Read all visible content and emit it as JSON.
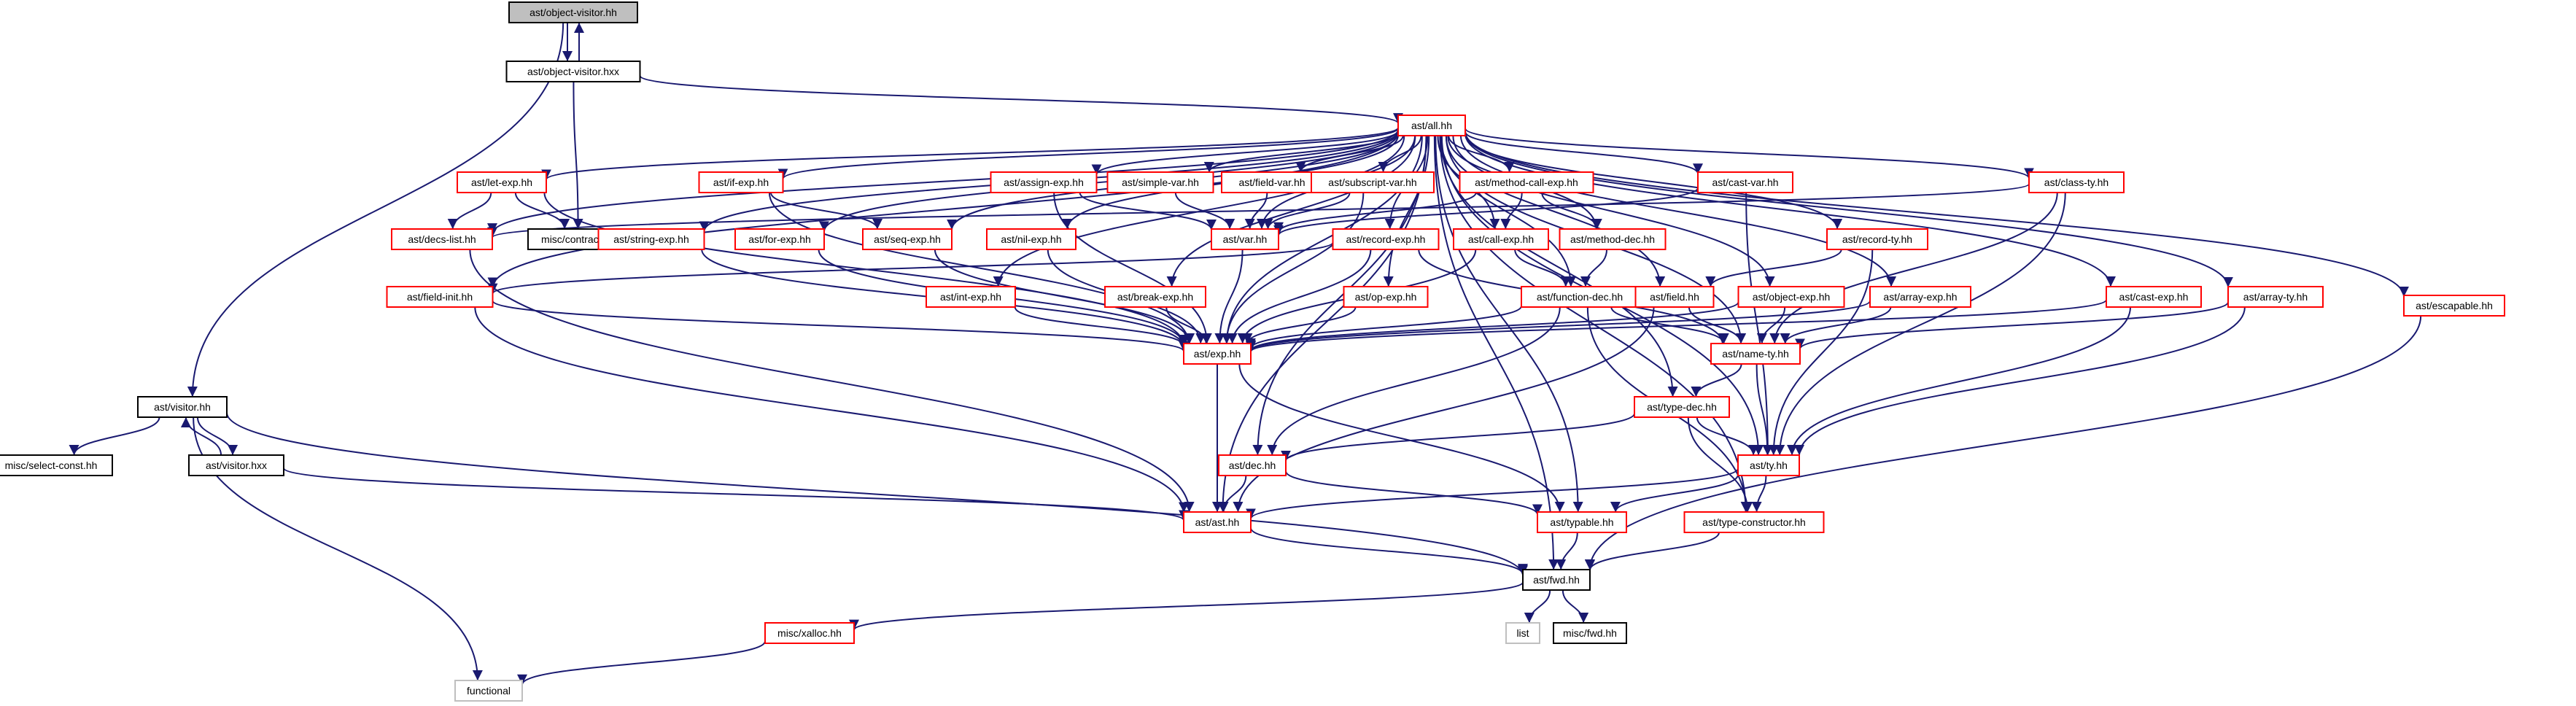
{
  "colors": {
    "edge": "#191970",
    "focus_fill": "#bfbfbf",
    "focus_border": "#000000",
    "documented_border": "#000000",
    "undocumented_border": "#ff0000",
    "external_border": "#bfbfbf",
    "node_fill": "#ffffff"
  },
  "nodes": [
    {
      "id": "ov_hh",
      "label": "ast/object-visitor.hh",
      "kind": "focus"
    },
    {
      "id": "ov_hxx",
      "label": "ast/object-visitor.hxx",
      "kind": "documented"
    },
    {
      "id": "all",
      "label": "ast/all.hh",
      "kind": "undocumented"
    },
    {
      "id": "let",
      "label": "ast/let-exp.hh",
      "kind": "undocumented"
    },
    {
      "id": "ifexp",
      "label": "ast/if-exp.hh",
      "kind": "undocumented"
    },
    {
      "id": "assign",
      "label": "ast/assign-exp.hh",
      "kind": "undocumented"
    },
    {
      "id": "simplevar",
      "label": "ast/simple-var.hh",
      "kind": "undocumented"
    },
    {
      "id": "fieldvar",
      "label": "ast/field-var.hh",
      "kind": "undocumented"
    },
    {
      "id": "subscript",
      "label": "ast/subscript-var.hh",
      "kind": "undocumented"
    },
    {
      "id": "methcall",
      "label": "ast/method-call-exp.hh",
      "kind": "undocumented"
    },
    {
      "id": "castvar",
      "label": "ast/cast-var.hh",
      "kind": "undocumented"
    },
    {
      "id": "classty",
      "label": "ast/class-ty.hh",
      "kind": "undocumented"
    },
    {
      "id": "declist",
      "label": "ast/decs-list.hh",
      "kind": "undocumented"
    },
    {
      "id": "contract",
      "label": "misc/contract.hh",
      "kind": "documented"
    },
    {
      "id": "stringexp",
      "label": "ast/string-exp.hh",
      "kind": "undocumented"
    },
    {
      "id": "forexp",
      "label": "ast/for-exp.hh",
      "kind": "undocumented"
    },
    {
      "id": "seqexp",
      "label": "ast/seq-exp.hh",
      "kind": "undocumented"
    },
    {
      "id": "nilexp",
      "label": "ast/nil-exp.hh",
      "kind": "undocumented"
    },
    {
      "id": "var",
      "label": "ast/var.hh",
      "kind": "undocumented"
    },
    {
      "id": "recexp",
      "label": "ast/record-exp.hh",
      "kind": "undocumented"
    },
    {
      "id": "callexp",
      "label": "ast/call-exp.hh",
      "kind": "undocumented"
    },
    {
      "id": "methdec",
      "label": "ast/method-dec.hh",
      "kind": "undocumented"
    },
    {
      "id": "recty",
      "label": "ast/record-ty.hh",
      "kind": "undocumented"
    },
    {
      "id": "fieldinit",
      "label": "ast/field-init.hh",
      "kind": "undocumented"
    },
    {
      "id": "intexp",
      "label": "ast/int-exp.hh",
      "kind": "undocumented"
    },
    {
      "id": "breakexp",
      "label": "ast/break-exp.hh",
      "kind": "undocumented"
    },
    {
      "id": "opexp",
      "label": "ast/op-exp.hh",
      "kind": "undocumented"
    },
    {
      "id": "fundec",
      "label": "ast/function-dec.hh",
      "kind": "undocumented"
    },
    {
      "id": "field",
      "label": "ast/field.hh",
      "kind": "undocumented"
    },
    {
      "id": "objexp",
      "label": "ast/object-exp.hh",
      "kind": "undocumented"
    },
    {
      "id": "arrexp",
      "label": "ast/array-exp.hh",
      "kind": "undocumented"
    },
    {
      "id": "castexp",
      "label": "ast/cast-exp.hh",
      "kind": "undocumented"
    },
    {
      "id": "arrty",
      "label": "ast/array-ty.hh",
      "kind": "undocumented"
    },
    {
      "id": "escapable",
      "label": "ast/escapable.hh",
      "kind": "undocumented"
    },
    {
      "id": "exp",
      "label": "ast/exp.hh",
      "kind": "undocumented"
    },
    {
      "id": "namety",
      "label": "ast/name-ty.hh",
      "kind": "undocumented"
    },
    {
      "id": "visitor",
      "label": "ast/visitor.hh",
      "kind": "documented"
    },
    {
      "id": "selconst",
      "label": "misc/select-const.hh",
      "kind": "documented"
    },
    {
      "id": "vis_hxx",
      "label": "ast/visitor.hxx",
      "kind": "documented"
    },
    {
      "id": "typedec",
      "label": "ast/type-dec.hh",
      "kind": "undocumented"
    },
    {
      "id": "dec",
      "label": "ast/dec.hh",
      "kind": "undocumented"
    },
    {
      "id": "ty",
      "label": "ast/ty.hh",
      "kind": "undocumented"
    },
    {
      "id": "ast",
      "label": "ast/ast.hh",
      "kind": "undocumented"
    },
    {
      "id": "typable",
      "label": "ast/typable.hh",
      "kind": "undocumented"
    },
    {
      "id": "typecons",
      "label": "ast/type-constructor.hh",
      "kind": "undocumented"
    },
    {
      "id": "fwd",
      "label": "ast/fwd.hh",
      "kind": "documented"
    },
    {
      "id": "xalloc",
      "label": "misc/xalloc.hh",
      "kind": "undocumented"
    },
    {
      "id": "list",
      "label": "list",
      "kind": "external"
    },
    {
      "id": "miscfwd",
      "label": "misc/fwd.hh",
      "kind": "documented"
    },
    {
      "id": "functional",
      "label": "functional",
      "kind": "external"
    }
  ],
  "edges": [
    [
      "ov_hh",
      "ov_hxx"
    ],
    [
      "ov_hxx",
      "ov_hh"
    ],
    [
      "ov_hh",
      "visitor"
    ],
    [
      "ov_hxx",
      "all"
    ],
    [
      "ov_hxx",
      "contract"
    ],
    [
      "all",
      "let"
    ],
    [
      "all",
      "ifexp"
    ],
    [
      "all",
      "assign"
    ],
    [
      "all",
      "simplevar"
    ],
    [
      "all",
      "fieldvar"
    ],
    [
      "all",
      "subscript"
    ],
    [
      "all",
      "methcall"
    ],
    [
      "all",
      "castvar"
    ],
    [
      "all",
      "classty"
    ],
    [
      "all",
      "declist"
    ],
    [
      "all",
      "stringexp"
    ],
    [
      "all",
      "forexp"
    ],
    [
      "all",
      "seqexp"
    ],
    [
      "all",
      "nilexp"
    ],
    [
      "all",
      "var"
    ],
    [
      "all",
      "recexp"
    ],
    [
      "all",
      "callexp"
    ],
    [
      "all",
      "methdec"
    ],
    [
      "all",
      "recty"
    ],
    [
      "all",
      "fieldinit"
    ],
    [
      "all",
      "intexp"
    ],
    [
      "all",
      "breakexp"
    ],
    [
      "all",
      "opexp"
    ],
    [
      "all",
      "fundec"
    ],
    [
      "all",
      "field"
    ],
    [
      "all",
      "objexp"
    ],
    [
      "all",
      "arrexp"
    ],
    [
      "all",
      "castexp"
    ],
    [
      "all",
      "arrty"
    ],
    [
      "all",
      "escapable"
    ],
    [
      "all",
      "exp"
    ],
    [
      "all",
      "namety"
    ],
    [
      "all",
      "typedec"
    ],
    [
      "all",
      "dec"
    ],
    [
      "all",
      "ty"
    ],
    [
      "all",
      "ast"
    ],
    [
      "all",
      "typable"
    ],
    [
      "all",
      "typecons"
    ],
    [
      "all",
      "fwd"
    ],
    [
      "let",
      "declist"
    ],
    [
      "let",
      "contract"
    ],
    [
      "let",
      "exp"
    ],
    [
      "ifexp",
      "exp"
    ],
    [
      "ifexp",
      "seqexp"
    ],
    [
      "assign",
      "var"
    ],
    [
      "assign",
      "exp"
    ],
    [
      "simplevar",
      "var"
    ],
    [
      "fieldvar",
      "var"
    ],
    [
      "subscript",
      "var"
    ],
    [
      "subscript",
      "exp"
    ],
    [
      "methcall",
      "callexp"
    ],
    [
      "methcall",
      "methdec"
    ],
    [
      "methcall",
      "var"
    ],
    [
      "castvar",
      "var"
    ],
    [
      "castvar",
      "ty"
    ],
    [
      "classty",
      "declist"
    ],
    [
      "classty",
      "namety"
    ],
    [
      "classty",
      "ty"
    ],
    [
      "declist",
      "ast"
    ],
    [
      "stringexp",
      "exp"
    ],
    [
      "forexp",
      "exp"
    ],
    [
      "seqexp",
      "exp"
    ],
    [
      "nilexp",
      "exp"
    ],
    [
      "var",
      "exp"
    ],
    [
      "recexp",
      "exp"
    ],
    [
      "recexp",
      "fieldinit"
    ],
    [
      "recexp",
      "namety"
    ],
    [
      "callexp",
      "exp"
    ],
    [
      "callexp",
      "fundec"
    ],
    [
      "methdec",
      "fundec"
    ],
    [
      "recty",
      "field"
    ],
    [
      "recty",
      "ty"
    ],
    [
      "fieldinit",
      "exp"
    ],
    [
      "fieldinit",
      "ast"
    ],
    [
      "intexp",
      "exp"
    ],
    [
      "breakexp",
      "exp"
    ],
    [
      "opexp",
      "exp"
    ],
    [
      "fundec",
      "exp"
    ],
    [
      "fundec",
      "dec"
    ],
    [
      "fundec",
      "namety"
    ],
    [
      "fundec",
      "typecons"
    ],
    [
      "field",
      "namety"
    ],
    [
      "field",
      "ast"
    ],
    [
      "objexp",
      "exp"
    ],
    [
      "objexp",
      "namety"
    ],
    [
      "arrexp",
      "exp"
    ],
    [
      "arrexp",
      "namety"
    ],
    [
      "castexp",
      "exp"
    ],
    [
      "castexp",
      "ty"
    ],
    [
      "arrty",
      "namety"
    ],
    [
      "arrty",
      "ty"
    ],
    [
      "escapable",
      "fwd"
    ],
    [
      "exp",
      "ast"
    ],
    [
      "exp",
      "typable"
    ],
    [
      "namety",
      "typedec"
    ],
    [
      "namety",
      "ty"
    ],
    [
      "visitor",
      "selconst"
    ],
    [
      "visitor",
      "vis_hxx"
    ],
    [
      "vis_hxx",
      "visitor"
    ],
    [
      "visitor",
      "fwd"
    ],
    [
      "visitor",
      "functional"
    ],
    [
      "vis_hxx",
      "ast"
    ],
    [
      "typedec",
      "dec"
    ],
    [
      "typedec",
      "ty"
    ],
    [
      "typedec",
      "typecons"
    ],
    [
      "dec",
      "ast"
    ],
    [
      "dec",
      "typable"
    ],
    [
      "ty",
      "ast"
    ],
    [
      "ty",
      "typable"
    ],
    [
      "ty",
      "typecons"
    ],
    [
      "ast",
      "fwd"
    ],
    [
      "typable",
      "fwd"
    ],
    [
      "typecons",
      "fwd"
    ],
    [
      "fwd",
      "xalloc"
    ],
    [
      "fwd",
      "list"
    ],
    [
      "fwd",
      "miscfwd"
    ],
    [
      "xalloc",
      "functional"
    ]
  ]
}
